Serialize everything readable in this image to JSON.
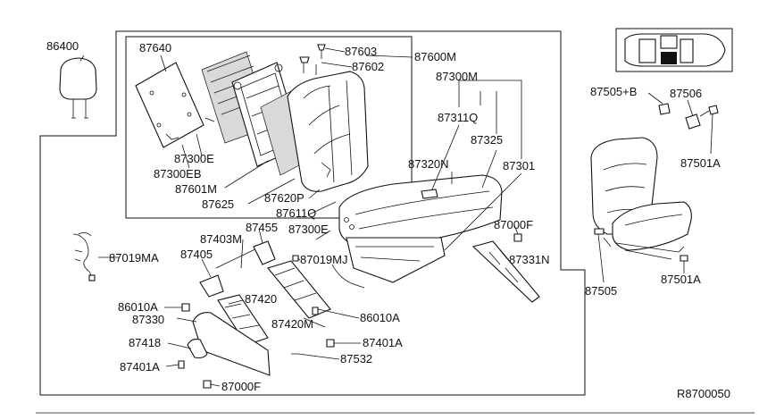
{
  "diagram": {
    "reference_code": "R8700050",
    "labels": {
      "l86400": "86400",
      "l87640": "87640",
      "l87603": "87603",
      "l87602": "87602",
      "l87600M": "87600M",
      "l87300M": "87300M",
      "l87311Q": "87311Q",
      "l87325": "87325",
      "l87320N": "87320N",
      "l87301": "87301",
      "l87300E_a": "87300E",
      "l87300EB": "87300EB",
      "l87601M": "87601M",
      "l87625": "87625",
      "l87620P": "87620P",
      "l87611Q": "87611Q",
      "l87300E_b": "87300E",
      "l87000F_a": "87000F",
      "l87019MA": "87019MA",
      "l87403M": "87403M",
      "l87455": "87455",
      "l87405": "87405",
      "l87019MJ": "87019MJ",
      "l87331N": "87331N",
      "l86010A_a": "86010A",
      "l87420": "87420",
      "l87330": "87330",
      "l86010A_b": "86010A",
      "l87420M": "87420M",
      "l87418": "87418",
      "l87401A_a": "87401A",
      "l87401A_b": "87401A",
      "l87532": "87532",
      "l87000F_b": "87000F",
      "l87505B": "87505+B",
      "l87506": "87506",
      "l87501A_a": "87501A",
      "l87505": "87505",
      "l87501A_b": "87501A"
    }
  }
}
